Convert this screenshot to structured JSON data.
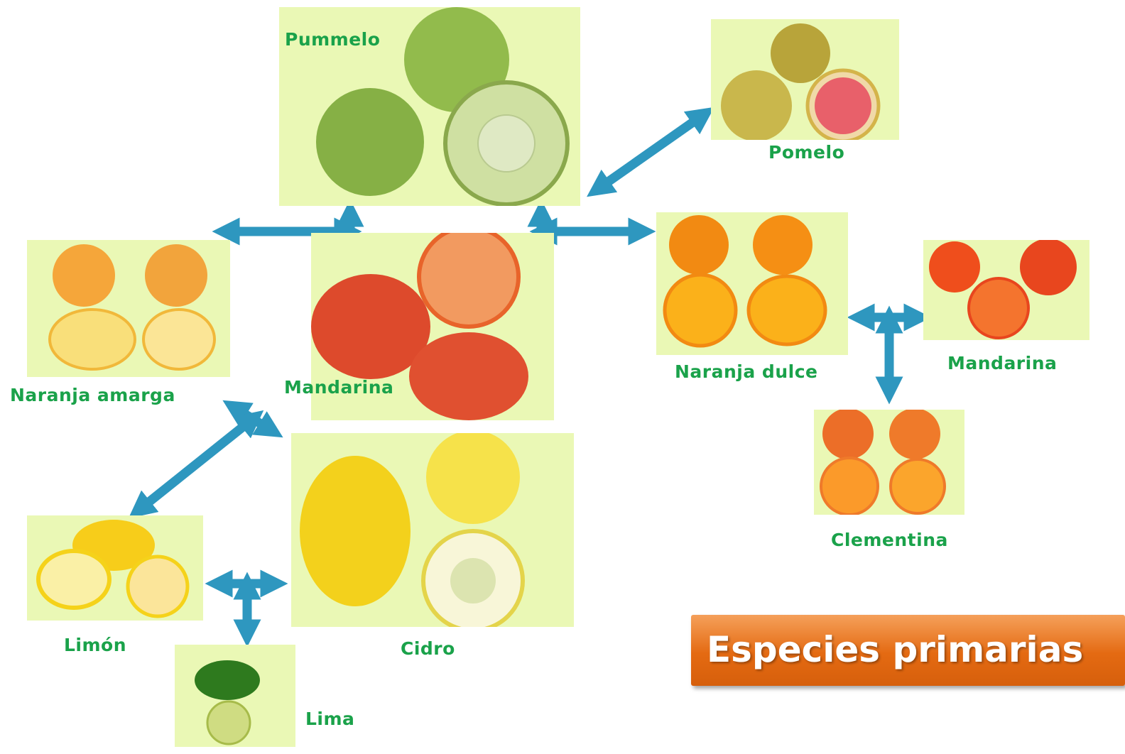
{
  "title": "Especies primarias",
  "species": {
    "pummelo": "Pummelo",
    "pomelo": "Pomelo",
    "naranja_amarga": "Naranja amarga",
    "mandarina_center": "Mandarina",
    "naranja_dulce": "Naranja dulce",
    "mandarina_right": "Mandarina",
    "clementina": "Clementina",
    "limon": "Limón",
    "cidro": "Cidro",
    "lima": "Lima"
  },
  "colors": {
    "panel_bg": "#eaf8b5",
    "label": "#1aa24a",
    "arrow": "#3aa8cc",
    "title_bg": "#e46a12"
  }
}
